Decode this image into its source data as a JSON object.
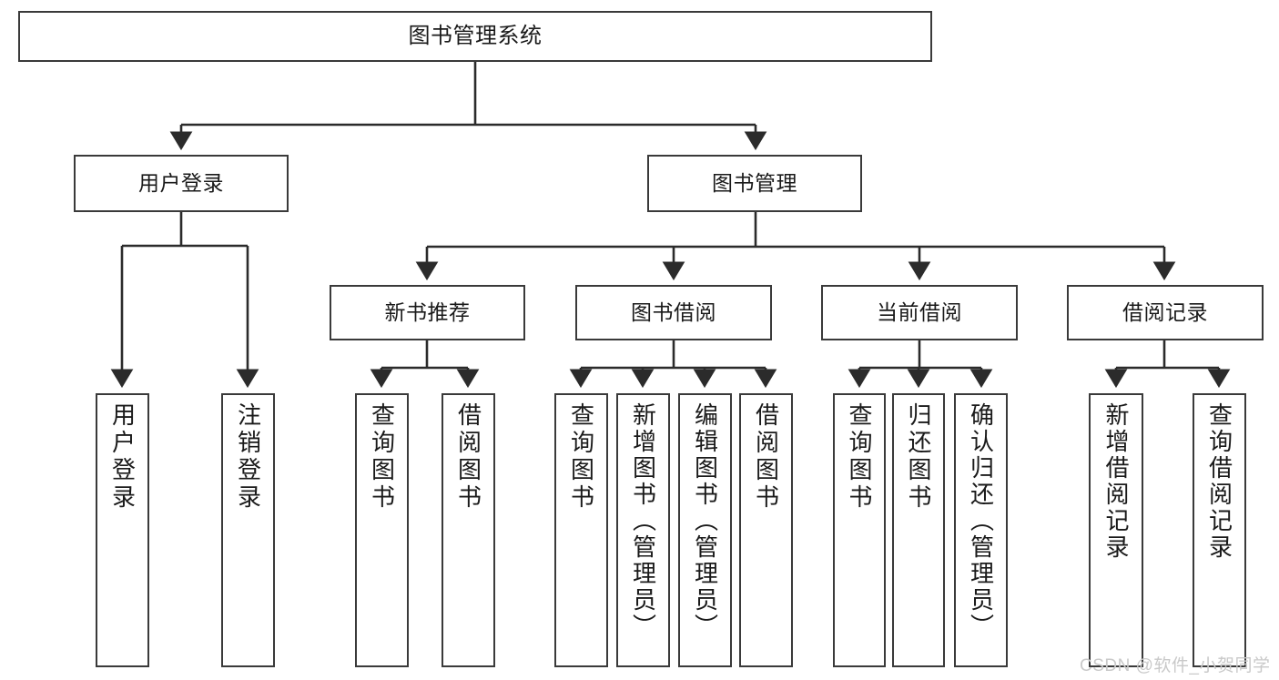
{
  "diagram": {
    "title_node": {
      "id": "root",
      "label": "图书管理系统"
    },
    "level2": [
      {
        "id": "user-login",
        "label": "用户登录"
      },
      {
        "id": "book-manage",
        "label": "图书管理"
      }
    ],
    "level3": [
      {
        "id": "new-book-recommend",
        "label": "新书推荐"
      },
      {
        "id": "book-borrow",
        "label": "图书借阅"
      },
      {
        "id": "current-borrow",
        "label": "当前借阅"
      },
      {
        "id": "borrow-record",
        "label": "借阅记录"
      }
    ],
    "leaves": {
      "user_login": [
        {
          "id": "leaf-user-login",
          "label": "用户登录"
        },
        {
          "id": "leaf-logout-login",
          "label": "注销登录"
        }
      ],
      "new_book_recommend": [
        {
          "id": "leaf-query-book-1",
          "label": "查询图书"
        },
        {
          "id": "leaf-borrow-book-1",
          "label": "借阅图书"
        }
      ],
      "book_borrow": [
        {
          "id": "leaf-query-book-2",
          "label": "查询图书"
        },
        {
          "id": "leaf-add-book",
          "label": "新增图书（管理员）"
        },
        {
          "id": "leaf-edit-book",
          "label": "编辑图书（管理员）"
        },
        {
          "id": "leaf-borrow-book-2",
          "label": "借阅图书"
        }
      ],
      "current_borrow": [
        {
          "id": "leaf-query-book-3",
          "label": "查询图书"
        },
        {
          "id": "leaf-return-book",
          "label": "归还图书"
        },
        {
          "id": "leaf-confirm-return",
          "label": "确认归还（管理员）"
        }
      ],
      "borrow_record": [
        {
          "id": "leaf-add-record",
          "label": "新增借阅记录"
        },
        {
          "id": "leaf-query-record",
          "label": "查询借阅记录"
        }
      ]
    },
    "watermark": "CSDN @软件_小贺同学",
    "colors": {
      "box_border": "#3a3a3a",
      "box_fill": "#ffffff",
      "edge": "#2b2b2b",
      "text": "#1a1a1a",
      "watermark": "#c9c9c9",
      "background": "#ffffff"
    }
  }
}
